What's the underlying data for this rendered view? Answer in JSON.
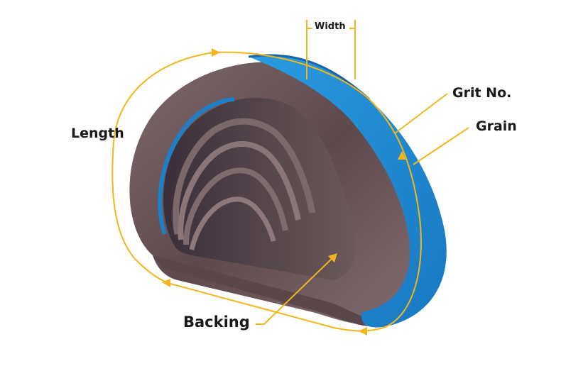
{
  "labels": {
    "width": "Width",
    "grit": "Grit No.",
    "grain": "Grain",
    "length": "Length",
    "backing": "Backing"
  },
  "colors": {
    "annotation": "#f2b51c",
    "grain_blue": "#1e8fd6",
    "backing_brown": "#6b5558",
    "text": "#1a1a1a"
  }
}
